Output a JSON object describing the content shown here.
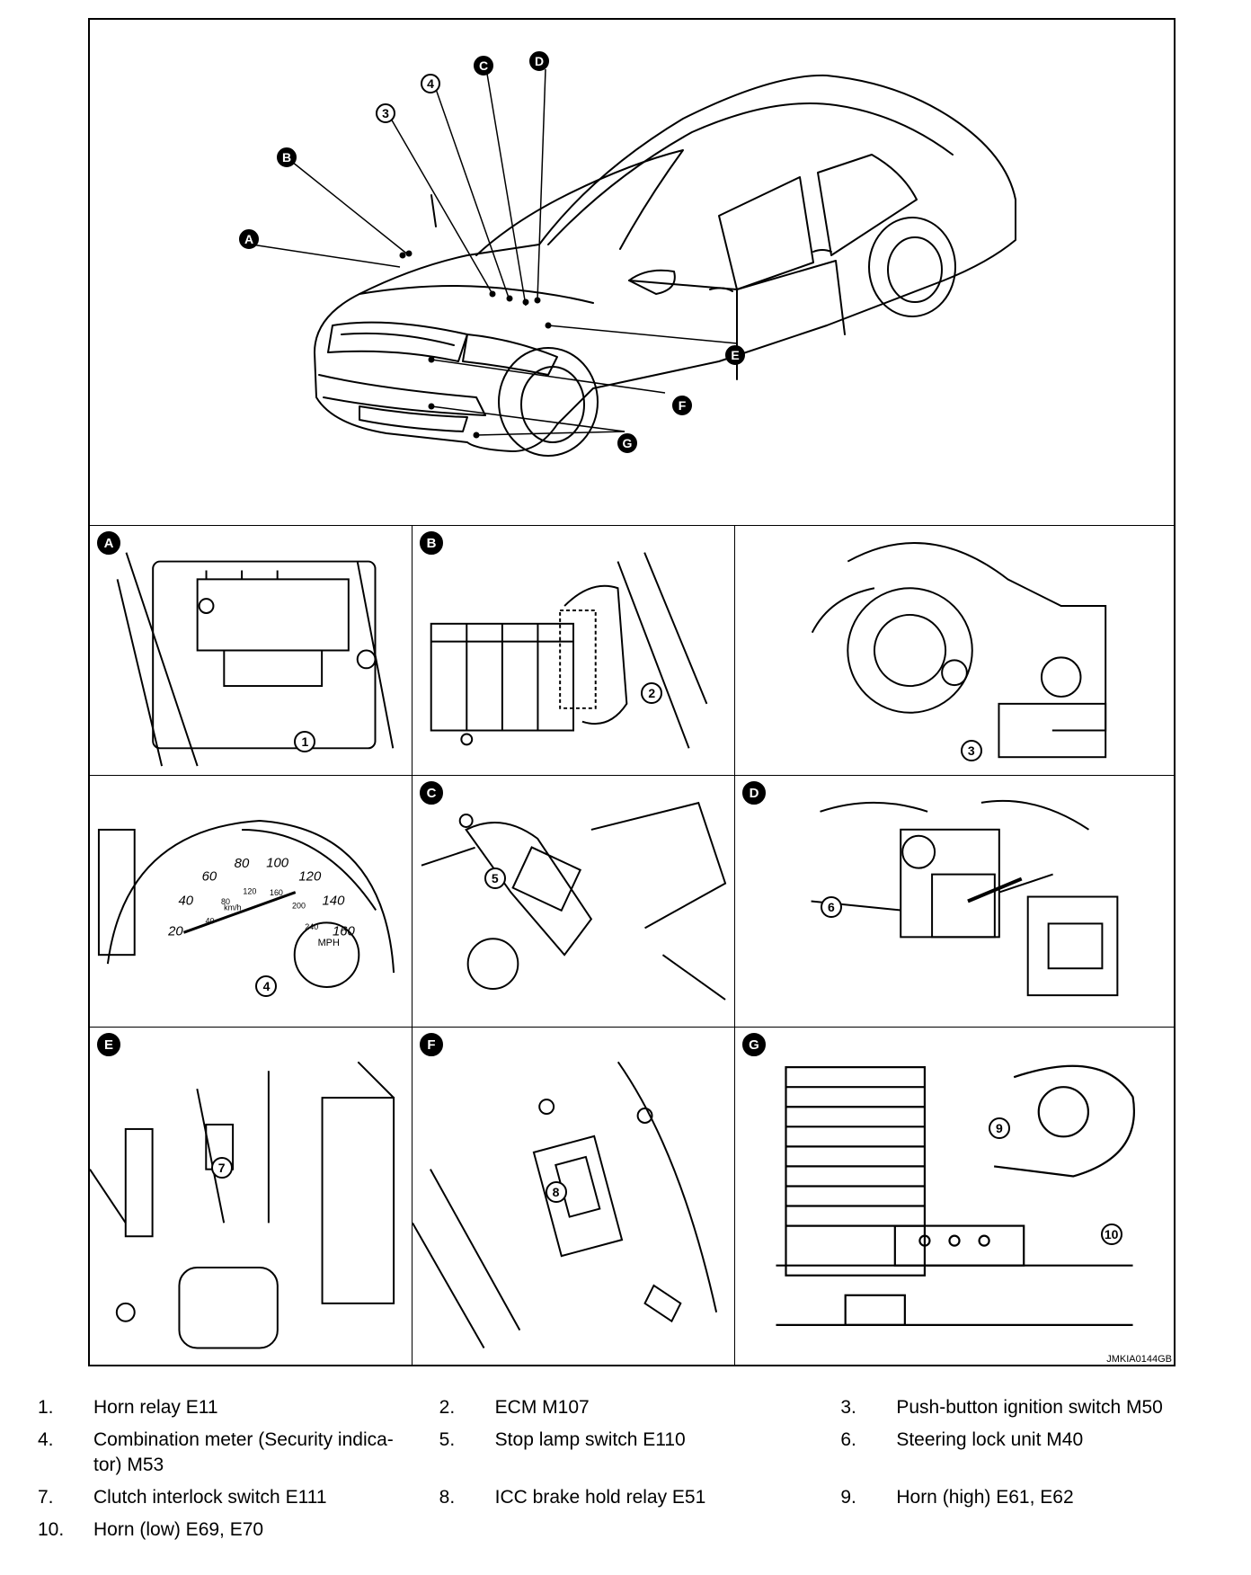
{
  "figure": {
    "code": "JMKIA0144GB",
    "callouts_overview": [
      "A",
      "B",
      "C",
      "D",
      "E",
      "F",
      "G",
      "3",
      "4"
    ],
    "panels": [
      {
        "id": "A",
        "letter": "A",
        "numbers": [
          "1"
        ]
      },
      {
        "id": "B",
        "letter": "B",
        "numbers": [
          "2"
        ]
      },
      {
        "id": "P3",
        "letter": "",
        "numbers": [
          "3"
        ]
      },
      {
        "id": "P4",
        "letter": "",
        "numbers": [
          "4"
        ]
      },
      {
        "id": "C",
        "letter": "C",
        "numbers": [
          "5"
        ]
      },
      {
        "id": "D",
        "letter": "D",
        "numbers": [
          "6"
        ]
      },
      {
        "id": "E",
        "letter": "E",
        "numbers": [
          "7"
        ]
      },
      {
        "id": "F",
        "letter": "F",
        "numbers": [
          "8"
        ]
      },
      {
        "id": "G",
        "letter": "G",
        "numbers": [
          "9",
          "10"
        ]
      }
    ],
    "gauge_labels": {
      "mph": [
        "20",
        "40",
        "60",
        "80",
        "100",
        "120",
        "140",
        "160"
      ],
      "kmh": [
        "40",
        "80",
        "120",
        "160",
        "200",
        "240"
      ],
      "unit_mph": "MPH",
      "unit_kmh": "km/h"
    }
  },
  "legend": [
    {
      "num": "1.",
      "text": "Horn relay E11"
    },
    {
      "num": "2.",
      "text": "ECM M107"
    },
    {
      "num": "3.",
      "text": "Push-button ignition switch M50"
    },
    {
      "num": "4.",
      "text": "Combination meter (Security indica-tor) M53"
    },
    {
      "num": "5.",
      "text": "Stop lamp switch E110"
    },
    {
      "num": "6.",
      "text": "Steering lock unit M40"
    },
    {
      "num": "7.",
      "text": "Clutch interlock switch E111"
    },
    {
      "num": "8.",
      "text": "ICC brake hold relay E51"
    },
    {
      "num": "9.",
      "text": "Horn (high) E61, E62"
    },
    {
      "num": "10.",
      "text": "Horn (low) E69, E70"
    }
  ]
}
